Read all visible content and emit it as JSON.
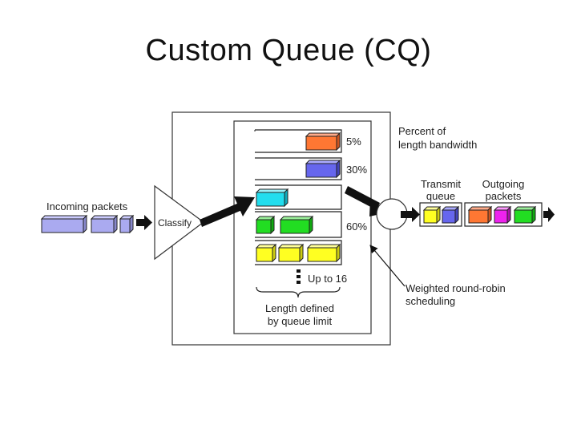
{
  "slide": {
    "title": "Custom Queue (CQ)"
  },
  "diagram": {
    "incoming_label": "Incoming packets",
    "classify_label": "Classify",
    "queues": [
      {
        "percent": "5%"
      },
      {
        "percent": "30%"
      },
      {
        "percent": ""
      },
      {
        "percent": "60%"
      },
      {
        "percent": ""
      }
    ],
    "percent_note_line1": "Percent of",
    "percent_note_line2": "length bandwidth",
    "up_to_label": "Up to 16",
    "length_note_line1": "Length defined",
    "length_note_line2": "by queue limit",
    "transmit_label_line1": "Transmit",
    "transmit_label_line2": "queue",
    "outgoing_label_line1": "Outgoing",
    "outgoing_label_line2": "packets",
    "wrr_label_line1": "Weighted round-robin",
    "wrr_label_line2": "scheduling"
  },
  "colors": {
    "lavender": "#aaaaf0",
    "orange": "#ff7733",
    "blue": "#6666ee",
    "cyan": "#22ddee",
    "green": "#22dd22",
    "yellow": "#ffff22",
    "magenta": "#ee22ee"
  }
}
